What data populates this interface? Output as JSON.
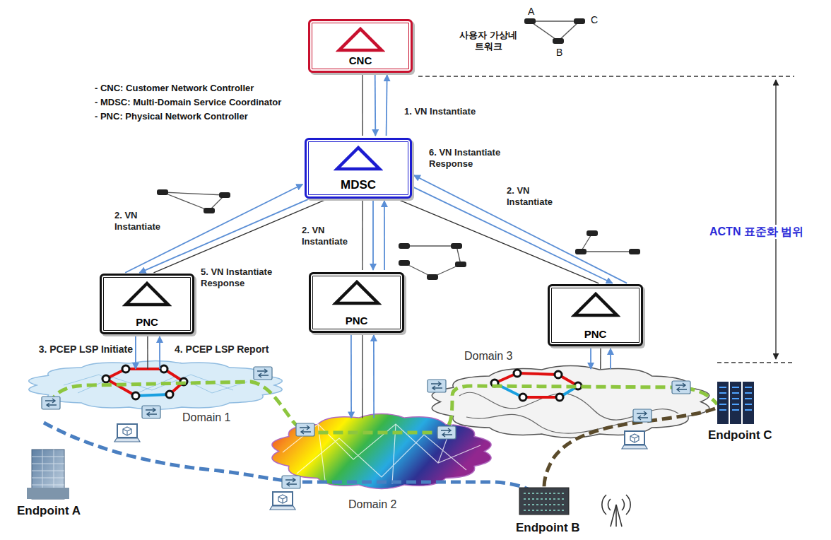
{
  "diagram": {
    "nodes": [
      {
        "text": [
          "CNC"
        ]
      },
      {
        "text": [
          "MDSC"
        ]
      },
      {
        "text": [
          "PNC"
        ]
      },
      {
        "text": [
          "PNC"
        ]
      },
      {
        "text": [
          "PNC"
        ]
      },
      {
        "text": [
          "Domain 1"
        ]
      },
      {
        "text": [
          "Domain 2"
        ]
      },
      {
        "text": [
          "Domain 3"
        ]
      }
    ],
    "edges": [
      {
        "from": 0,
        "to": 1,
        "arrow": "none"
      },
      {
        "from": 0,
        "to": 1,
        "label": "1. VN Instantiate",
        "arrow": "to"
      },
      {
        "from": 1,
        "to": 0,
        "label": "6. VN Instantiate Response",
        "arrow": "to"
      },
      {
        "from": 1,
        "to": 2,
        "arrow": "none"
      },
      {
        "from": 1,
        "to": 2,
        "label": "2. VN Instantiate",
        "arrow": "to"
      },
      {
        "from": 2,
        "to": 1,
        "label": "5. VN Instantiate Response",
        "arrow": "to"
      },
      {
        "from": 1,
        "to": 3,
        "arrow": "none"
      },
      {
        "from": 1,
        "to": 3,
        "label": "2. VN Instantiate",
        "arrow": "to"
      },
      {
        "from": 3,
        "to": 1,
        "arrow": "to"
      },
      {
        "from": 1,
        "to": 4,
        "arrow": "none"
      },
      {
        "from": 1,
        "to": 4,
        "label": "2. VN Instantiate",
        "arrow": "to"
      },
      {
        "from": 4,
        "to": 1,
        "arrow": "to"
      },
      {
        "from": 2,
        "to": 5,
        "arrow": "none"
      },
      {
        "from": 2,
        "to": 5,
        "label": "3. PCEP LSP Initiate",
        "arrow": "to"
      },
      {
        "from": 5,
        "to": 2,
        "label": "4. PCEP LSP Report",
        "arrow": "to"
      },
      {
        "from": 3,
        "to": 6,
        "arrow": "none"
      },
      {
        "from": 3,
        "to": 6,
        "arrow": "to"
      },
      {
        "from": 6,
        "to": 3,
        "arrow": "to"
      },
      {
        "from": 4,
        "to": 7,
        "arrow": "none"
      },
      {
        "from": 4,
        "to": 7,
        "arrow": "to"
      },
      {
        "from": 7,
        "to": 4,
        "arrow": "to"
      }
    ],
    "labels": [
      "- CNC: Customer Network Controller",
      "- MDSC: Multi-Domain Service Coordinator",
      "- PNC: Physical Network Controller",
      "A",
      "C",
      "사용자 가상네트워크",
      "B",
      "ACTN 표준화 범위",
      "Endpoint A",
      "Endpoint B",
      "Endpoint C"
    ]
  }
}
